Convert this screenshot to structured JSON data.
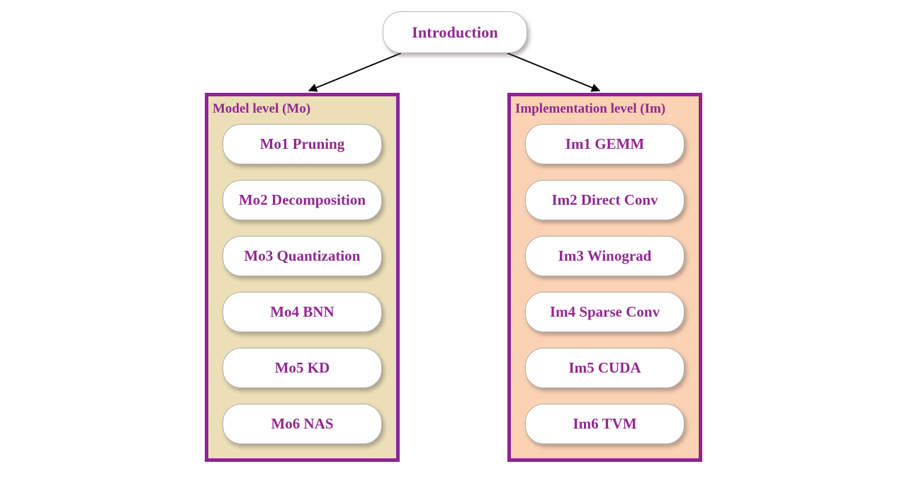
{
  "diagram": {
    "type": "hierarchy-tree",
    "root": {
      "label": "Introduction"
    },
    "colors": {
      "node_text": "#92278f",
      "container_border": "#8e2496",
      "model_level_fill": "#ecdfb7",
      "implementation_level_fill": "#fcd2b5",
      "node_fill": "#ffffff",
      "arrow": "#000000",
      "background": "#ffffff"
    },
    "branches": [
      {
        "id": "model-level",
        "title": "Model level (Mo)",
        "nodes": [
          {
            "label": "Mo1 Pruning"
          },
          {
            "label": "Mo2 Decomposition"
          },
          {
            "label": "Mo3 Quantization"
          },
          {
            "label": "Mo4 BNN"
          },
          {
            "label": "Mo5 KD"
          },
          {
            "label": "Mo6 NAS"
          }
        ]
      },
      {
        "id": "implementation-level",
        "title": "Implementation level (Im)",
        "nodes": [
          {
            "label": "Im1 GEMM"
          },
          {
            "label": "Im2 Direct Conv"
          },
          {
            "label": "Im3 Winograd"
          },
          {
            "label": "Im4 Sparse Conv"
          },
          {
            "label": "Im5 CUDA"
          },
          {
            "label": "Im6 TVM"
          }
        ]
      }
    ],
    "connectors": [
      {
        "from": "Introduction",
        "to": "Model level (Mo)",
        "style": "solid-arrow"
      },
      {
        "from": "Introduction",
        "to": "Implementation level (Im)",
        "style": "solid-arrow"
      }
    ]
  }
}
